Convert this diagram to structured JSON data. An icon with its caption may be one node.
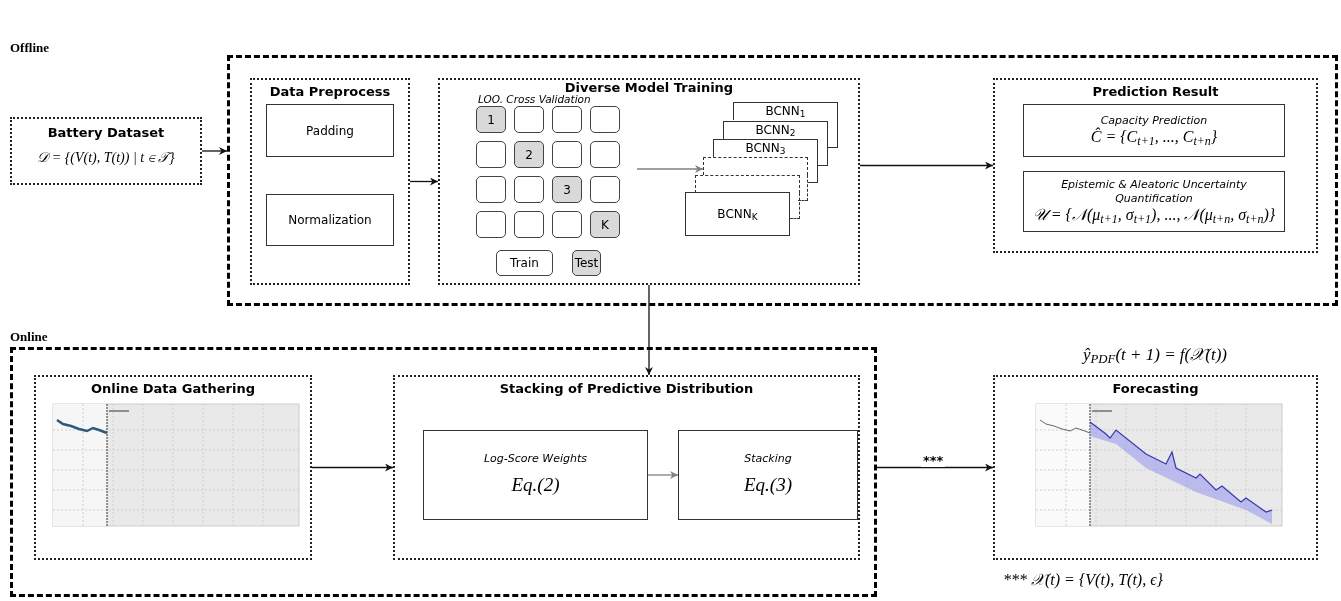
{
  "diagram": {
    "nodes": [
      {
        "text": [],
        "shape": "box"
      },
      {
        "text": [
          "Battery Dataset",
          "𝒟 = {(V(t), T(t)) | t ∈ 𝒯}"
        ]
      },
      {
        "text": [
          "Data Preprocess"
        ],
        "in": 0
      },
      {
        "text": [
          "Padding"
        ],
        "in": 2
      },
      {
        "text": [
          "Normalization"
        ],
        "in": 2
      },
      {
        "text": [
          "Diverse Model Training"
        ],
        "in": 0
      },
      {
        "text": [
          "1"
        ],
        "in": 5
      },
      {
        "text": [],
        "shape": "box",
        "in": 5
      },
      {
        "text": [],
        "shape": "box",
        "in": 5
      },
      {
        "text": [],
        "shape": "box",
        "in": 5
      },
      {
        "text": [],
        "shape": "box",
        "in": 5
      },
      {
        "text": [
          "2"
        ],
        "in": 5
      },
      {
        "text": [],
        "shape": "box",
        "in": 5
      },
      {
        "text": [],
        "shape": "box",
        "in": 5
      },
      {
        "text": [],
        "shape": "box",
        "in": 5
      },
      {
        "text": [],
        "shape": "box",
        "in": 5
      },
      {
        "text": [
          "3"
        ],
        "in": 5
      },
      {
        "text": [],
        "shape": "box",
        "in": 5
      },
      {
        "text": [],
        "shape": "box",
        "in": 5
      },
      {
        "text": [],
        "shape": "box",
        "in": 5
      },
      {
        "text": [],
        "shape": "box",
        "in": 5
      },
      {
        "text": [
          "K"
        ],
        "in": 5
      },
      {
        "text": [
          "Train"
        ],
        "in": 5
      },
      {
        "text": [
          "Test"
        ],
        "in": 5
      },
      {
        "text": [
          "BCNN$_{1}$"
        ],
        "in": 5
      },
      {
        "text": [
          "BCNN$_{2}$"
        ],
        "in": 5
      },
      {
        "text": [
          "BCNN$_{3}$"
        ],
        "in": 5
      },
      {
        "text": [],
        "shape": "box",
        "in": 5
      },
      {
        "text": [],
        "shape": "box",
        "in": 5
      },
      {
        "text": [
          "BCNN$_{K}$"
        ],
        "in": 5
      },
      {
        "text": [
          "Prediction Result"
        ],
        "in": 0
      },
      {
        "text": [
          "Capacity Prediction",
          "Ĉ = {C$_{t+1}$, ..., C$_{t+n}$}"
        ],
        "in": 30
      },
      {
        "text": [
          "Epistemic & Aleatoric Uncertainty Quantification",
          "𝒰 = {𝒩(μ$_{t+1}$, σ$_{t+1}$), ..., 𝒩(μ$_{t+n}$, σ$_{t+n}$)}"
        ],
        "in": 30
      },
      {
        "text": [],
        "shape": "box"
      },
      {
        "text": [
          "Online Data Gathering"
        ],
        "in": 33
      },
      {
        "text": [
          "Stacking of Predictive Distribution"
        ],
        "in": 33
      },
      {
        "text": [
          "Log-Score Weights",
          "Eq.(2)"
        ],
        "in": 35
      },
      {
        "text": [
          "Stacking",
          "Eq.(3)"
        ],
        "in": 35
      },
      {
        "text": [
          "Forecasting"
        ],
        "beside": [
          "ŷ$_{PDF}$(t + 1) = f(𝒳(t))",
          "*** 𝒳(t) = {V(t), T(t), ϵ}"
        ]
      }
    ],
    "edges": [
      {
        "from": 1,
        "to": 0,
        "arrow": "to"
      },
      {
        "from": 2,
        "to": 5,
        "arrow": "to"
      },
      {
        "from": null,
        "to": 27,
        "arrow": "to",
        "color": "#808080"
      },
      {
        "from": 5,
        "to": 30,
        "arrow": "to"
      },
      {
        "from": 5,
        "to": 35,
        "arrow": "to"
      },
      {
        "from": 34,
        "to": 35,
        "arrow": "to"
      },
      {
        "from": 36,
        "to": 37,
        "arrow": "to",
        "color": "#808080"
      },
      {
        "from": 33,
        "to": 38,
        "arrow": "to",
        "label": "***"
      }
    ],
    "labels": [
      "Offline",
      "LOO. Cross Validation",
      "Online"
    ]
  }
}
